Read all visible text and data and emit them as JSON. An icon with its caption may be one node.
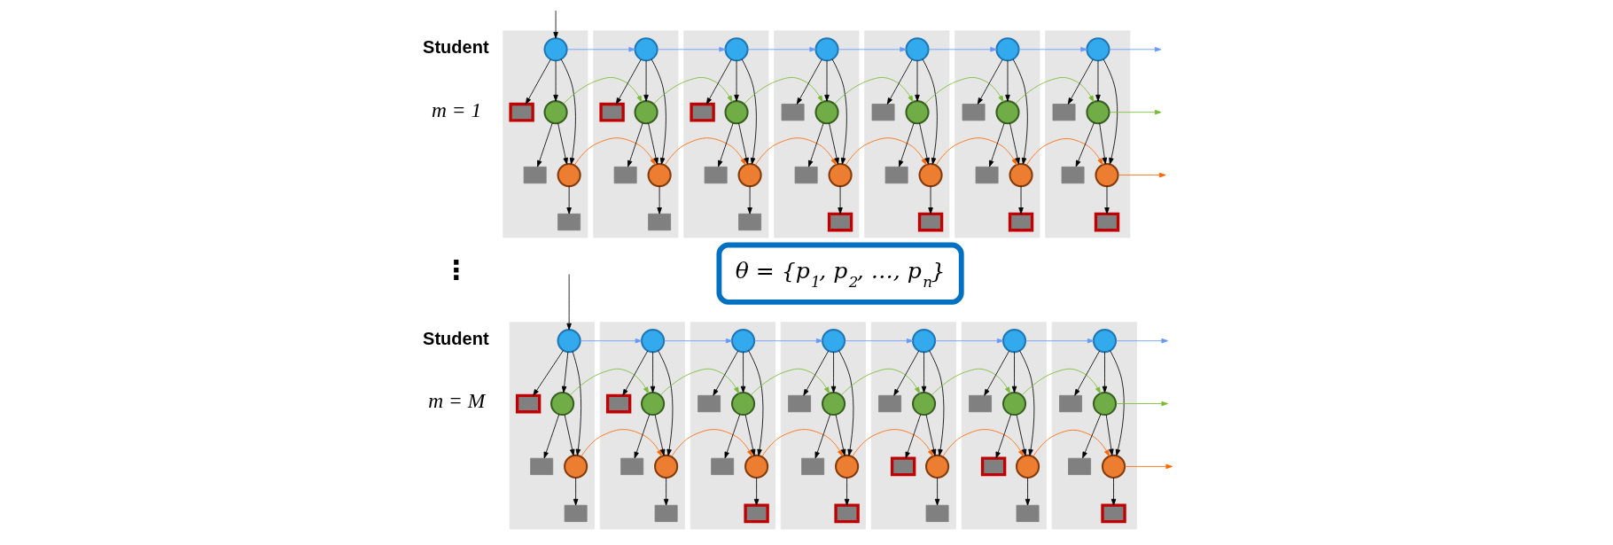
{
  "diagram": {
    "nodes": [
      {
        "text": [],
        "shape": "box"
      },
      {
        "text": [],
        "shape": "circle",
        "in": 0
      },
      {
        "text": [],
        "shape": "box",
        "in": 0
      },
      {
        "text": [],
        "shape": "circle",
        "in": 0
      },
      {
        "text": [],
        "shape": "box",
        "in": 0
      },
      {
        "text": [],
        "shape": "circle",
        "in": 0
      },
      {
        "text": [],
        "shape": "box",
        "in": 0
      },
      {
        "text": [],
        "shape": "box"
      },
      {
        "text": [],
        "shape": "circle",
        "in": 7
      },
      {
        "text": [],
        "shape": "box",
        "in": 7
      },
      {
        "text": [],
        "shape": "circle",
        "in": 7
      },
      {
        "text": [],
        "shape": "box",
        "in": 7
      },
      {
        "text": [],
        "shape": "circle",
        "in": 7
      },
      {
        "text": [],
        "shape": "box",
        "in": 7
      },
      {
        "text": [],
        "shape": "box"
      },
      {
        "text": [],
        "shape": "circle",
        "in": 14
      },
      {
        "text": [],
        "shape": "box",
        "in": 14
      },
      {
        "text": [],
        "shape": "circle",
        "in": 14
      },
      {
        "text": [],
        "shape": "box",
        "in": 14
      },
      {
        "text": [],
        "shape": "circle",
        "in": 14
      },
      {
        "text": [],
        "shape": "box",
        "in": 14
      },
      {
        "text": [],
        "shape": "box"
      },
      {
        "text": [],
        "shape": "circle",
        "in": 21
      },
      {
        "text": [],
        "shape": "box",
        "in": 21
      },
      {
        "text": [],
        "shape": "circle",
        "in": 21
      },
      {
        "text": [],
        "shape": "box",
        "in": 21
      },
      {
        "text": [],
        "shape": "circle",
        "in": 21
      },
      {
        "text": [],
        "shape": "box",
        "in": 21
      },
      {
        "text": [],
        "shape": "box"
      },
      {
        "text": [],
        "shape": "circle",
        "in": 28
      },
      {
        "text": [],
        "shape": "box",
        "in": 28
      },
      {
        "text": [],
        "shape": "circle",
        "in": 28
      },
      {
        "text": [],
        "shape": "box",
        "in": 28
      },
      {
        "text": [],
        "shape": "circle",
        "in": 28
      },
      {
        "text": [],
        "shape": "box",
        "in": 28
      },
      {
        "text": [],
        "shape": "box"
      },
      {
        "text": [],
        "shape": "circle",
        "in": 35
      },
      {
        "text": [],
        "shape": "box",
        "in": 35
      },
      {
        "text": [],
        "shape": "circle",
        "in": 35
      },
      {
        "text": [],
        "shape": "box",
        "in": 35
      },
      {
        "text": [],
        "shape": "circle",
        "in": 35
      },
      {
        "text": [],
        "shape": "box",
        "in": 35
      },
      {
        "text": [],
        "shape": "box"
      },
      {
        "text": [],
        "shape": "circle",
        "in": 42
      },
      {
        "text": [],
        "shape": "box",
        "in": 42
      },
      {
        "text": [],
        "shape": "circle",
        "in": 42
      },
      {
        "text": [],
        "shape": "box",
        "in": 42
      },
      {
        "text": [],
        "shape": "circle",
        "in": 42
      },
      {
        "text": [],
        "shape": "box",
        "in": 42
      },
      {
        "text": [
          "θ = {p$_{1}$, p$_{2}$, …, p$_{n}$}"
        ]
      },
      {
        "text": [],
        "shape": "box"
      },
      {
        "text": [],
        "shape": "circle",
        "in": 50
      },
      {
        "text": [],
        "shape": "box",
        "in": 50
      },
      {
        "text": [],
        "shape": "circle",
        "in": 50
      },
      {
        "text": [],
        "shape": "box",
        "in": 50
      },
      {
        "text": [],
        "shape": "circle",
        "in": 50
      },
      {
        "text": [],
        "shape": "box",
        "in": 50
      },
      {
        "text": [],
        "shape": "box"
      },
      {
        "text": [],
        "shape": "circle",
        "in": 57
      },
      {
        "text": [],
        "shape": "box",
        "in": 57
      },
      {
        "text": [],
        "shape": "circle",
        "in": 57
      },
      {
        "text": [],
        "shape": "box",
        "in": 57
      },
      {
        "text": [],
        "shape": "circle",
        "in": 57
      },
      {
        "text": [],
        "shape": "box",
        "in": 57
      },
      {
        "text": [],
        "shape": "box"
      },
      {
        "text": [],
        "shape": "circle",
        "in": 64
      },
      {
        "text": [],
        "shape": "box",
        "in": 64
      },
      {
        "text": [],
        "shape": "circle",
        "in": 64
      },
      {
        "text": [],
        "shape": "box",
        "in": 64
      },
      {
        "text": [],
        "shape": "circle",
        "in": 64
      },
      {
        "text": [],
        "shape": "box",
        "in": 64
      },
      {
        "text": [],
        "shape": "box"
      },
      {
        "text": [],
        "shape": "circle",
        "in": 71
      },
      {
        "text": [],
        "shape": "box",
        "in": 71
      },
      {
        "text": [],
        "shape": "circle",
        "in": 71
      },
      {
        "text": [],
        "shape": "box",
        "in": 71
      },
      {
        "text": [],
        "shape": "circle",
        "in": 71
      },
      {
        "text": [],
        "shape": "box",
        "in": 71
      },
      {
        "text": [],
        "shape": "box"
      },
      {
        "text": [],
        "shape": "circle",
        "in": 78
      },
      {
        "text": [],
        "shape": "box",
        "in": 78
      },
      {
        "text": [],
        "shape": "circle",
        "in": 78
      },
      {
        "text": [],
        "shape": "box",
        "in": 78
      },
      {
        "text": [],
        "shape": "circle",
        "in": 78
      },
      {
        "text": [],
        "shape": "box",
        "in": 78
      },
      {
        "text": [],
        "shape": "box"
      },
      {
        "text": [],
        "shape": "circle",
        "in": 85
      },
      {
        "text": [],
        "shape": "box",
        "in": 85
      },
      {
        "text": [],
        "shape": "circle",
        "in": 85
      },
      {
        "text": [],
        "shape": "box",
        "in": 85
      },
      {
        "text": [],
        "shape": "circle",
        "in": 85
      },
      {
        "text": [],
        "shape": "box",
        "in": 85
      },
      {
        "text": [],
        "shape": "box"
      },
      {
        "text": [],
        "shape": "circle",
        "in": 92
      },
      {
        "text": [],
        "shape": "box",
        "in": 92
      },
      {
        "text": [],
        "shape": "circle",
        "in": 92
      },
      {
        "text": [],
        "shape": "box",
        "in": 92
      },
      {
        "text": [],
        "shape": "circle",
        "in": 92
      },
      {
        "text": [],
        "shape": "box",
        "in": 92
      }
    ],
    "edges": [
      {
        "from": null,
        "to": 1,
        "arrow": "to"
      },
      {
        "from": 1,
        "to": 3,
        "arrow": "to"
      },
      {
        "from": 1,
        "to": 2,
        "arrow": "to"
      },
      {
        "from": 1,
        "to": 5,
        "arrow": "to"
      },
      {
        "from": 3,
        "to": 4,
        "arrow": "to"
      },
      {
        "from": 3,
        "to": 5,
        "arrow": "to"
      },
      {
        "from": 5,
        "to": 6,
        "arrow": "to"
      },
      {
        "from": 1,
        "to": 8,
        "arrow": "to",
        "color": "#6699ff"
      },
      {
        "from": 3,
        "to": 10,
        "arrow": "to",
        "color": "#77bb33"
      },
      {
        "from": 5,
        "to": 12,
        "arrow": "to",
        "color": "#ff6600"
      },
      {
        "from": 8,
        "to": 10,
        "arrow": "to"
      },
      {
        "from": 8,
        "to": 9,
        "arrow": "to"
      },
      {
        "from": 8,
        "to": 12,
        "arrow": "to"
      },
      {
        "from": 10,
        "to": 11,
        "arrow": "to"
      },
      {
        "from": 10,
        "to": 12,
        "arrow": "to"
      },
      {
        "from": 12,
        "to": 13,
        "arrow": "to"
      },
      {
        "from": 8,
        "to": 15,
        "arrow": "to",
        "color": "#6699ff"
      },
      {
        "from": 10,
        "to": 17,
        "arrow": "to",
        "color": "#77bb33"
      },
      {
        "from": 12,
        "to": 19,
        "arrow": "to",
        "color": "#ff6600"
      },
      {
        "from": 15,
        "to": 17,
        "arrow": "to"
      },
      {
        "from": 15,
        "to": 16,
        "arrow": "to"
      },
      {
        "from": 15,
        "to": 19,
        "arrow": "to"
      },
      {
        "from": 17,
        "to": 18,
        "arrow": "to"
      },
      {
        "from": 17,
        "to": 19,
        "arrow": "to"
      },
      {
        "from": 19,
        "to": 20,
        "arrow": "to"
      },
      {
        "from": 15,
        "to": 22,
        "arrow": "to",
        "color": "#6699ff"
      },
      {
        "from": 17,
        "to": 24,
        "arrow": "to",
        "color": "#77bb33"
      },
      {
        "from": 19,
        "to": 26,
        "arrow": "to",
        "color": "#ff6600"
      },
      {
        "from": 22,
        "to": 24,
        "arrow": "to"
      },
      {
        "from": 22,
        "to": 23,
        "arrow": "to"
      },
      {
        "from": 22,
        "to": 26,
        "arrow": "to"
      },
      {
        "from": 24,
        "to": 25,
        "arrow": "to"
      },
      {
        "from": 24,
        "to": 26,
        "arrow": "to"
      },
      {
        "from": 26,
        "to": 27,
        "arrow": "to"
      },
      {
        "from": 22,
        "to": 29,
        "arrow": "to",
        "color": "#6699ff"
      },
      {
        "from": 24,
        "to": 31,
        "arrow": "to",
        "color": "#77bb33"
      },
      {
        "from": 26,
        "to": 33,
        "arrow": "to",
        "color": "#ff6600"
      },
      {
        "from": 29,
        "to": 31,
        "arrow": "to"
      },
      {
        "from": 29,
        "to": 30,
        "arrow": "to"
      },
      {
        "from": 29,
        "to": 33,
        "arrow": "to"
      },
      {
        "from": 31,
        "to": 32,
        "arrow": "to"
      },
      {
        "from": 31,
        "to": 33,
        "arrow": "to"
      },
      {
        "from": 33,
        "to": 34,
        "arrow": "to"
      },
      {
        "from": 29,
        "to": 36,
        "arrow": "to",
        "color": "#6699ff"
      },
      {
        "from": 31,
        "to": 38,
        "arrow": "to",
        "color": "#77bb33"
      },
      {
        "from": 33,
        "to": 40,
        "arrow": "to",
        "color": "#ff6600"
      },
      {
        "from": 36,
        "to": 38,
        "arrow": "to"
      },
      {
        "from": 36,
        "to": 37,
        "arrow": "to"
      },
      {
        "from": 36,
        "to": 40,
        "arrow": "to"
      },
      {
        "from": 38,
        "to": 39,
        "arrow": "to"
      },
      {
        "from": 38,
        "to": 40,
        "arrow": "to"
      },
      {
        "from": 40,
        "to": 41,
        "arrow": "to"
      },
      {
        "from": 36,
        "to": 43,
        "arrow": "to",
        "color": "#6699ff"
      },
      {
        "from": 38,
        "to": 45,
        "arrow": "to",
        "color": "#77bb33"
      },
      {
        "from": 40,
        "to": 47,
        "arrow": "to",
        "color": "#ff6600"
      },
      {
        "from": 43,
        "to": 45,
        "arrow": "to"
      },
      {
        "from": 43,
        "to": 44,
        "arrow": "to"
      },
      {
        "from": 43,
        "to": 47,
        "arrow": "to"
      },
      {
        "from": 45,
        "to": 46,
        "arrow": "to"
      },
      {
        "from": 45,
        "to": 47,
        "arrow": "to"
      },
      {
        "from": 47,
        "to": 48,
        "arrow": "to"
      },
      {
        "from": 43,
        "to": null,
        "arrow": "to",
        "color": "#6699ff"
      },
      {
        "from": 45,
        "to": null,
        "arrow": "to",
        "color": "#77bb33"
      },
      {
        "from": 47,
        "to": null,
        "arrow": "to",
        "color": "#ff6600"
      },
      {
        "from": null,
        "to": 51,
        "arrow": "to"
      },
      {
        "from": 51,
        "to": 53,
        "arrow": "to"
      },
      {
        "from": 51,
        "to": 52,
        "arrow": "to"
      },
      {
        "from": 51,
        "to": 55,
        "arrow": "to"
      },
      {
        "from": 53,
        "to": 54,
        "arrow": "to"
      },
      {
        "from": 53,
        "to": 55,
        "arrow": "to"
      },
      {
        "from": 55,
        "to": 56,
        "arrow": "to"
      },
      {
        "from": 51,
        "to": 58,
        "arrow": "to",
        "color": "#6699ff"
      },
      {
        "from": 53,
        "to": 60,
        "arrow": "to",
        "color": "#77bb33"
      },
      {
        "from": 55,
        "to": 62,
        "arrow": "to",
        "color": "#ff6600"
      },
      {
        "from": 58,
        "to": 60,
        "arrow": "to"
      },
      {
        "from": 58,
        "to": 59,
        "arrow": "to"
      },
      {
        "from": 58,
        "to": 62,
        "arrow": "to"
      },
      {
        "from": 60,
        "to": 61,
        "arrow": "to"
      },
      {
        "from": 60,
        "to": 62,
        "arrow": "to"
      },
      {
        "from": 62,
        "to": 63,
        "arrow": "to"
      },
      {
        "from": 58,
        "to": 65,
        "arrow": "to",
        "color": "#6699ff"
      },
      {
        "from": 60,
        "to": 67,
        "arrow": "to",
        "color": "#77bb33"
      },
      {
        "from": 62,
        "to": 69,
        "arrow": "to",
        "color": "#ff6600"
      },
      {
        "from": 65,
        "to": 67,
        "arrow": "to"
      },
      {
        "from": 65,
        "to": 66,
        "arrow": "to"
      },
      {
        "from": 65,
        "to": 69,
        "arrow": "to"
      },
      {
        "from": 67,
        "to": 68,
        "arrow": "to"
      },
      {
        "from": 67,
        "to": 69,
        "arrow": "to"
      },
      {
        "from": 69,
        "to": 70,
        "arrow": "to"
      },
      {
        "from": 65,
        "to": 72,
        "arrow": "to",
        "color": "#6699ff"
      },
      {
        "from": 67,
        "to": 74,
        "arrow": "to",
        "color": "#77bb33"
      },
      {
        "from": 69,
        "to": 76,
        "arrow": "to",
        "color": "#ff6600"
      },
      {
        "from": 72,
        "to": 74,
        "arrow": "to"
      },
      {
        "from": 72,
        "to": 73,
        "arrow": "to"
      },
      {
        "from": 72,
        "to": 76,
        "arrow": "to"
      },
      {
        "from": 74,
        "to": 75,
        "arrow": "to"
      },
      {
        "from": 74,
        "to": 76,
        "arrow": "to"
      },
      {
        "from": 76,
        "to": 77,
        "arrow": "to"
      },
      {
        "from": 72,
        "to": 79,
        "arrow": "to",
        "color": "#6699ff"
      },
      {
        "from": 74,
        "to": 81,
        "arrow": "to",
        "color": "#77bb33"
      },
      {
        "from": 76,
        "to": 83,
        "arrow": "to",
        "color": "#ff6600"
      },
      {
        "from": 79,
        "to": 81,
        "arrow": "to"
      },
      {
        "from": 79,
        "to": 80,
        "arrow": "to"
      },
      {
        "from": 79,
        "to": 83,
        "arrow": "to"
      },
      {
        "from": 81,
        "to": 82,
        "arrow": "to"
      },
      {
        "from": 81,
        "to": 83,
        "arrow": "to"
      },
      {
        "from": 83,
        "to": 84,
        "arrow": "to"
      },
      {
        "from": 79,
        "to": 86,
        "arrow": "to",
        "color": "#6699ff"
      },
      {
        "from": 81,
        "to": 88,
        "arrow": "to",
        "color": "#77bb33"
      },
      {
        "from": 83,
        "to": 90,
        "arrow": "to",
        "color": "#ff6600"
      },
      {
        "from": 86,
        "to": 88,
        "arrow": "to"
      },
      {
        "from": 86,
        "to": 87,
        "arrow": "to"
      },
      {
        "from": 86,
        "to": 90,
        "arrow": "to"
      },
      {
        "from": 88,
        "to": 89,
        "arrow": "to"
      },
      {
        "from": 88,
        "to": 90,
        "arrow": "to"
      },
      {
        "from": 90,
        "to": 91,
        "arrow": "to"
      },
      {
        "from": 86,
        "to": 93,
        "arrow": "to",
        "color": "#6699ff"
      },
      {
        "from": 88,
        "to": 95,
        "arrow": "to",
        "color": "#77bb33"
      },
      {
        "from": 90,
        "to": 97,
        "arrow": "to",
        "color": "#ff6600"
      },
      {
        "from": 93,
        "to": 95,
        "arrow": "to"
      },
      {
        "from": 93,
        "to": 94,
        "arrow": "to"
      },
      {
        "from": 93,
        "to": 97,
        "arrow": "to"
      },
      {
        "from": 95,
        "to": 96,
        "arrow": "to"
      },
      {
        "from": 95,
        "to": 97,
        "arrow": "to"
      },
      {
        "from": 97,
        "to": 98,
        "arrow": "to"
      },
      {
        "from": 93,
        "to": null,
        "arrow": "to",
        "color": "#6699ff"
      },
      {
        "from": 95,
        "to": null,
        "arrow": "to",
        "color": "#77bb33"
      },
      {
        "from": 97,
        "to": null,
        "arrow": "to",
        "color": "#ff6600"
      }
    ],
    "labels": [
      "Student",
      "m = 1",
      "⋮",
      "Student",
      "m = M"
    ]
  }
}
